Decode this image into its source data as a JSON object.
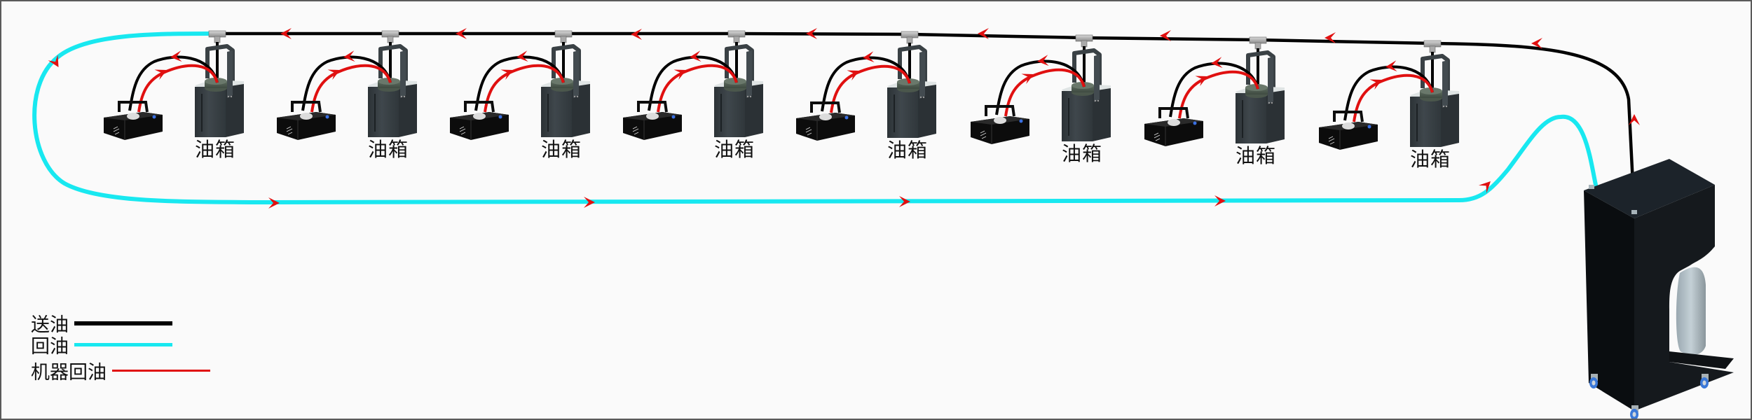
{
  "diagram": {
    "title_visible": false,
    "description": "Fog machine oil circulation loop: central reservoir cart feeds oil along a supply line to 8 oil tanks, each connected to a fog machine; return line loops back to the cart."
  },
  "colors": {
    "supply": "#000000",
    "return": "#18e8f0",
    "machine_return": "#e01010",
    "arrow": "#e01010",
    "background": "#fafafa",
    "tank_body": "#3a4145",
    "cart_body": "#12161a",
    "caster": "#3a78d8"
  },
  "legend": [
    {
      "label": "送油",
      "meaning": "supply oil",
      "color": "#000000"
    },
    {
      "label": "回油",
      "meaning": "return oil",
      "color": "#18e8f0"
    },
    {
      "label": "机器回油",
      "meaning": "machine return oil",
      "color": "#e01010"
    }
  ],
  "stations": [
    {
      "index": 1,
      "tank_label": "油箱"
    },
    {
      "index": 2,
      "tank_label": "油箱"
    },
    {
      "index": 3,
      "tank_label": "油箱"
    },
    {
      "index": 4,
      "tank_label": "油箱"
    },
    {
      "index": 5,
      "tank_label": "油箱"
    },
    {
      "index": 6,
      "tank_label": "油箱"
    },
    {
      "index": 7,
      "tank_label": "油箱"
    },
    {
      "index": 8,
      "tank_label": "油箱"
    }
  ],
  "flow": {
    "supply_direction": "right-to-left along top",
    "return_direction": "left-to-right along bottom"
  }
}
